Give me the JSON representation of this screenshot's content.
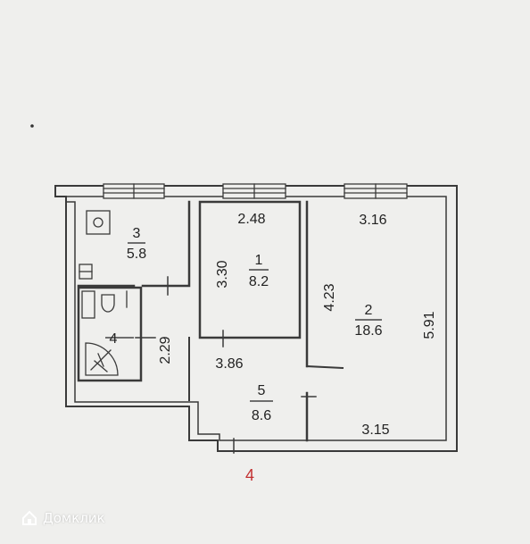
{
  "colors": {
    "background": "#efefed",
    "wall": "#3a3a3a",
    "marker": "#c23030",
    "watermark": "#ffffff"
  },
  "rooms": [
    {
      "number": "1",
      "area": "8.2"
    },
    {
      "number": "2",
      "area": "18.6"
    },
    {
      "number": "3",
      "area": "5.8"
    },
    {
      "number": "4",
      "area": ""
    },
    {
      "number": "5",
      "area": "8.6"
    }
  ],
  "dimensions": {
    "room1_width": "2.48",
    "room1_height": "3.30",
    "room2_top": "3.16",
    "room2_bottom": "3.15",
    "room2_left": "4.23",
    "room2_right": "5.91",
    "bath_height": "2.29",
    "hall_width": "3.86"
  },
  "entrance_marker": "4",
  "watermark": {
    "icon": "home-logo-icon",
    "text": "Домклик"
  }
}
